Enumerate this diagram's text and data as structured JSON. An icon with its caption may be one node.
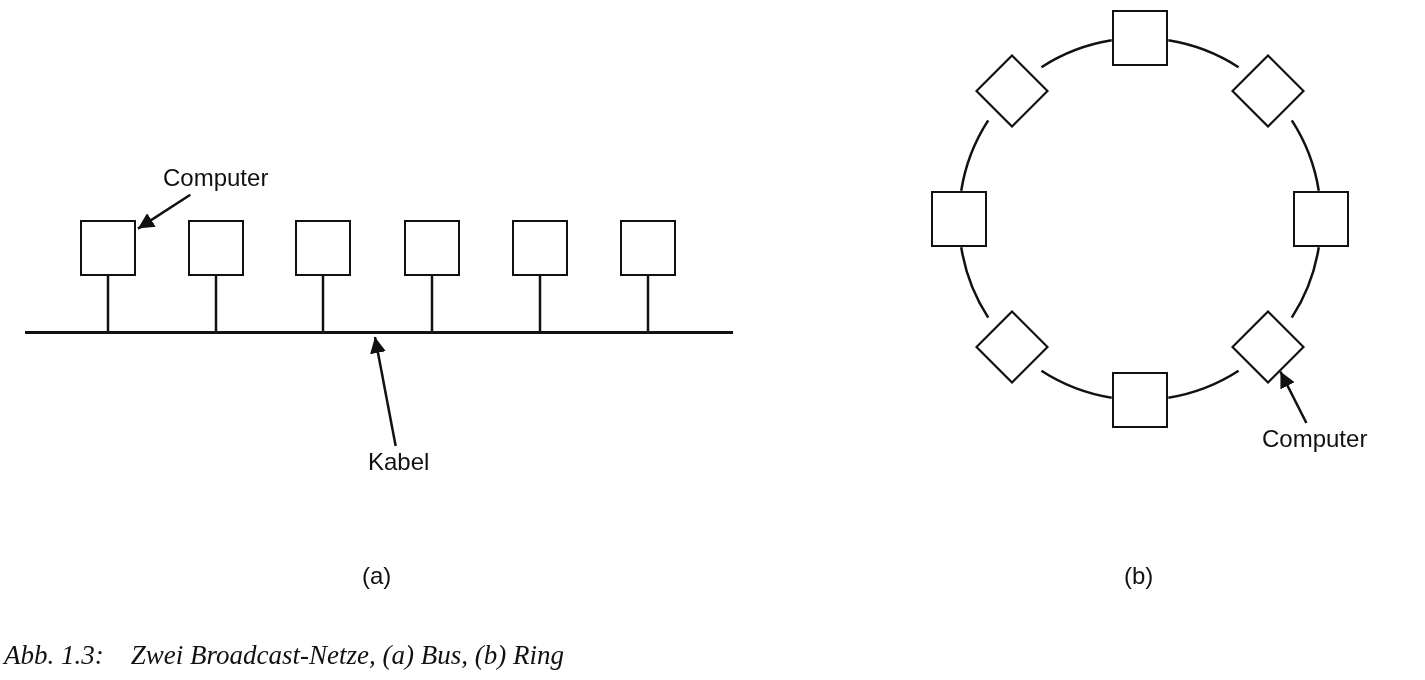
{
  "diagram": {
    "caption": "Abb. 1.3:    Zwei Broadcast-Netze, (a) Bus, (b) Ring",
    "nodes": [
      {
        "text": [
          "Computer"
        ]
      },
      {
        "text": [],
        "shape": "box"
      },
      {
        "text": [],
        "shape": "box"
      },
      {
        "text": [],
        "shape": "box"
      },
      {
        "text": [],
        "shape": "box"
      },
      {
        "text": [],
        "shape": "box"
      },
      {
        "text": [],
        "shape": "box"
      },
      {
        "text": [],
        "shape": "bar"
      },
      {
        "text": [
          "Kabel"
        ]
      },
      {
        "text": [],
        "shape": "box"
      },
      {
        "text": [],
        "shape": "diamond"
      },
      {
        "text": [],
        "shape": "box"
      },
      {
        "text": [],
        "shape": "diamond"
      },
      {
        "text": [],
        "shape": "box"
      },
      {
        "text": [],
        "shape": "diamond"
      },
      {
        "text": [],
        "shape": "box"
      },
      {
        "text": [],
        "shape": "diamond"
      },
      {
        "text": [
          "Computer"
        ]
      }
    ],
    "edges": [
      {
        "from": 0,
        "to": 1,
        "arrow": "to"
      },
      {
        "from": 1,
        "to": 7,
        "arrow": "none"
      },
      {
        "from": 2,
        "to": 7,
        "arrow": "none"
      },
      {
        "from": 3,
        "to": 7,
        "arrow": "none"
      },
      {
        "from": 4,
        "to": 7,
        "arrow": "none"
      },
      {
        "from": 5,
        "to": 7,
        "arrow": "none"
      },
      {
        "from": 6,
        "to": 7,
        "arrow": "none"
      },
      {
        "from": 8,
        "to": 7,
        "arrow": "to"
      },
      {
        "from": 9,
        "to": 10,
        "arrow": "none"
      },
      {
        "from": 10,
        "to": 11,
        "arrow": "none"
      },
      {
        "from": 11,
        "to": 12,
        "arrow": "none"
      },
      {
        "from": 12,
        "to": 13,
        "arrow": "none"
      },
      {
        "from": 13,
        "to": 14,
        "arrow": "none"
      },
      {
        "from": 14,
        "to": 15,
        "arrow": "none"
      },
      {
        "from": 15,
        "to": 16,
        "arrow": "none"
      },
      {
        "from": 16,
        "to": 9,
        "arrow": "none"
      },
      {
        "from": 17,
        "to": 12,
        "arrow": "to"
      }
    ],
    "labels": [
      "(a)",
      "(b)"
    ]
  }
}
